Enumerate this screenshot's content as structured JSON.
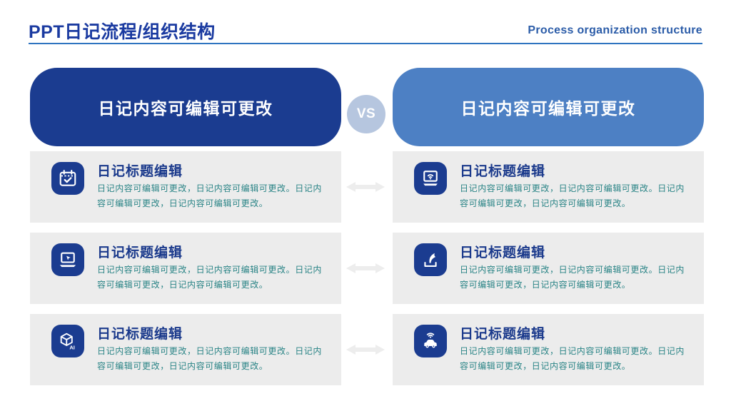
{
  "slide": {
    "title": "PPT日记流程/组织结构",
    "subtitle": "Process organization structure",
    "vs": "VS"
  },
  "columns": {
    "left": {
      "header": "日记内容可编辑可更改",
      "items": [
        {
          "icon": "calendar-check-icon",
          "title": "日记标题编辑",
          "body": "日记内容可编辑可更改，日记内容可编辑可更改。日记内容可编辑可更改，日记内容可编辑可更改。"
        },
        {
          "icon": "laptop-cursor-icon",
          "title": "日记标题编辑",
          "body": "日记内容可编辑可更改，日记内容可编辑可更改。日记内容可编辑可更改，日记内容可编辑可更改。"
        },
        {
          "icon": "ai-cube-icon",
          "title": "日记标题编辑",
          "body": "日记内容可编辑可更改，日记内容可编辑可更改。日记内容可编辑可更改，日记内容可编辑可更改。"
        }
      ]
    },
    "right": {
      "header": "日记内容可编辑可更改",
      "items": [
        {
          "icon": "laptop-wifi-icon",
          "title": "日记标题编辑",
          "body": "日记内容可编辑可更改，日记内容可编辑可更改。日记内容可编辑可更改，日记内容可编辑可更改。"
        },
        {
          "icon": "upload-arrow-icon",
          "title": "日记标题编辑",
          "body": "日记内容可编辑可更改，日记内容可编辑可更改。日记内容可编辑可更改，日记内容可编辑可更改。"
        },
        {
          "icon": "connected-car-icon",
          "title": "日记标题编辑",
          "body": "日记内容可编辑可更改，日记内容可编辑可更改。日记内容可编辑可更改，日记内容可编辑可更改。"
        }
      ]
    }
  },
  "icons": {
    "ai_label": "AI"
  },
  "colors": {
    "primary_navy": "#1b3c90",
    "secondary_blue": "#4d80c4",
    "underline_blue": "#2e74c0",
    "subtitle_blue": "#2b5ca8",
    "vs_circle_blue": "#b6c6df",
    "row_background": "#ececec",
    "arrow_gray": "#ededed",
    "item_title_navy": "#1b3a8c",
    "body_teal": "#2a8486"
  }
}
